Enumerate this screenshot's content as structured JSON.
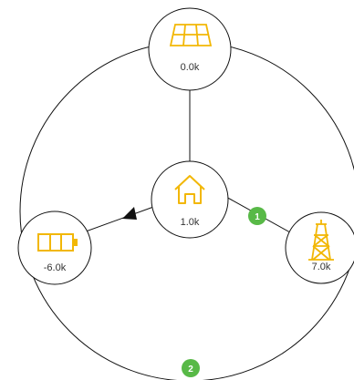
{
  "colors": {
    "line": "#111111",
    "icon": "#f2b705",
    "badge": "#58b947",
    "node_fill": "#ffffff",
    "text": "#333333"
  },
  "nodes": {
    "solar": {
      "icon": "solar-panel-icon",
      "value": "0.0k"
    },
    "home": {
      "icon": "house-icon",
      "value": "1.0k"
    },
    "battery": {
      "icon": "battery-icon",
      "value": "-6.0k"
    },
    "grid": {
      "icon": "transmission-tower-icon",
      "value": "7.0k"
    }
  },
  "badges": [
    {
      "label": "1"
    },
    {
      "label": "2"
    }
  ]
}
